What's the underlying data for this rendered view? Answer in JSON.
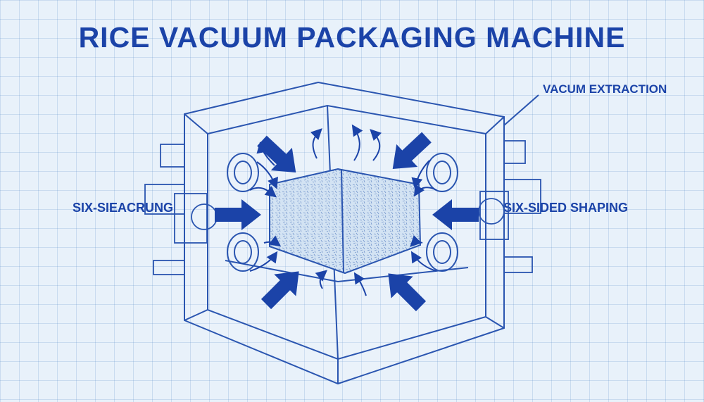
{
  "title": "RICE VACUUM PACKAGING MACHINE",
  "labels": {
    "vacuum": "VACUM EXTRACTION",
    "left": "SIX-SIEACRUNG",
    "right": "SIX-SIDED SHAPING"
  },
  "colors": {
    "background": "#e8f1fa",
    "ink": "#1b43a8",
    "line": "#2a55b0",
    "arrow": "#1b43a8",
    "rice_block": "#c9dcf0"
  }
}
